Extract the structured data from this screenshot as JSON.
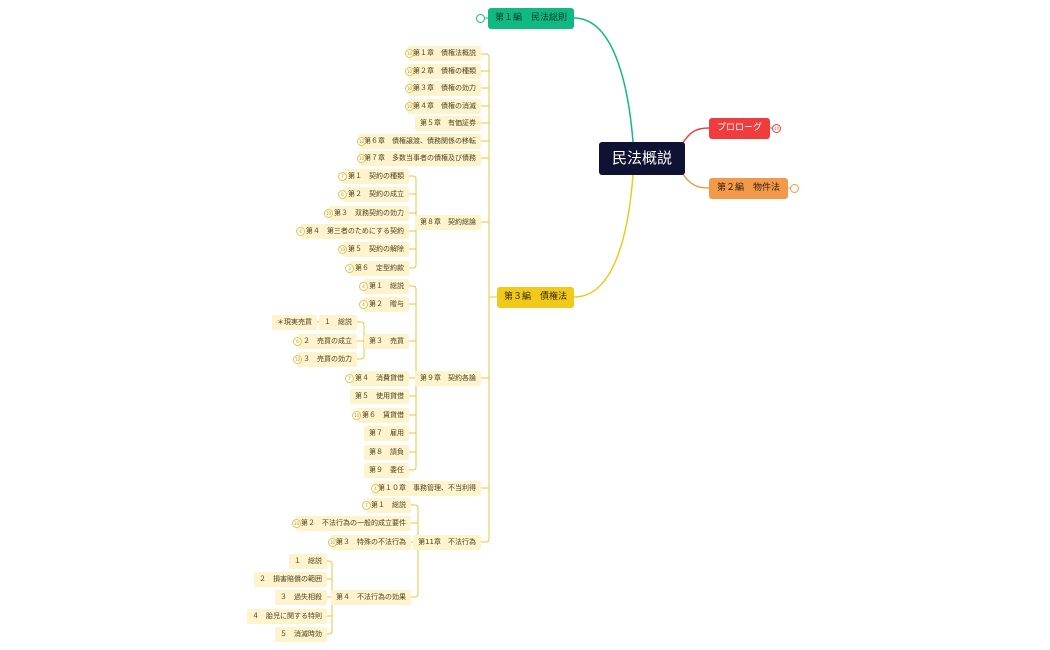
{
  "root": {
    "label": "民法概説"
  },
  "branches": {
    "book1": {
      "label": "第１編　民法総則"
    },
    "prologue": {
      "label": "プロローグ",
      "count": "10"
    },
    "book2": {
      "label": "第２編　物件法"
    },
    "book3": {
      "label": "第３編　債権法"
    }
  },
  "book3_children": {
    "ch1": {
      "label": "第１章　債権法概説",
      "count": "10"
    },
    "ch2": {
      "label": "第２章　債権の種類",
      "count": "10"
    },
    "ch3": {
      "label": "第３章　債権の効力",
      "count": "10"
    },
    "ch4": {
      "label": "第４章　債権の消滅",
      "count": "10"
    },
    "ch5": {
      "label": "第５章　有価証券"
    },
    "ch6": {
      "label": "第６章　債権譲渡、債務関係の移転",
      "count": "10"
    },
    "ch7": {
      "label": "第７章　多数当事者の債権及び債務",
      "count": "10"
    },
    "ch8": {
      "label": "第８章　契約総論"
    },
    "ch9": {
      "label": "第９章　契約各論"
    },
    "ch10": {
      "label": "第１０章　事務管理、不当利得",
      "count": "4"
    },
    "ch11": {
      "label": "第11章　不法行為"
    }
  },
  "ch8_children": [
    {
      "label": "第１　契約の種類",
      "count": "7"
    },
    {
      "label": "第２　契約の成立",
      "count": "6"
    },
    {
      "label": "第３　双務契約の効力",
      "count": "10"
    },
    {
      "label": "第４　第三者のためにする契約",
      "count": "4"
    },
    {
      "label": "第５　契約の解除",
      "count": "10"
    },
    {
      "label": "第６　定型約款",
      "count": "3"
    }
  ],
  "ch9_children": [
    {
      "label": "第１　総説",
      "count": "4"
    },
    {
      "label": "第２　贈与",
      "count": "4"
    },
    {
      "label": "第３　売買"
    },
    {
      "label": "第４　消費貸借",
      "count": "7"
    },
    {
      "label": "第５　使用貸借"
    },
    {
      "label": "第６　賃貸借",
      "count": "10"
    },
    {
      "label": "第７　雇用"
    },
    {
      "label": "第８　請負"
    },
    {
      "label": "第９　委任"
    }
  ],
  "baibai_children": [
    {
      "label": "１　総説"
    },
    {
      "label": "２　売買の成立",
      "count": "6"
    },
    {
      "label": "３　売買の効力",
      "count": "10"
    }
  ],
  "baibai_extra": {
    "label": "＊現実売買"
  },
  "ch11_children": [
    {
      "label": "第１　総説",
      "count": "7"
    },
    {
      "label": "第２　不法行為の一般的成立要件",
      "count": "10"
    },
    {
      "label": "第３　特殊の不法行為",
      "count": "10"
    },
    {
      "label": "第４　不法行為の効果"
    }
  ],
  "effect_children": [
    {
      "label": "１　総説"
    },
    {
      "label": "２　損害賠償の範囲"
    },
    {
      "label": "３　過失相殺"
    },
    {
      "label": "４　胎児に関する特則"
    },
    {
      "label": "５　消滅時効"
    }
  ],
  "colors": {
    "root": "#0f1232",
    "book1": "#10b981",
    "prologue": "#ef3d3d",
    "book2": "#f29a4a",
    "book3": "#f0c91b",
    "topic_bg": "#fdf3cc"
  }
}
